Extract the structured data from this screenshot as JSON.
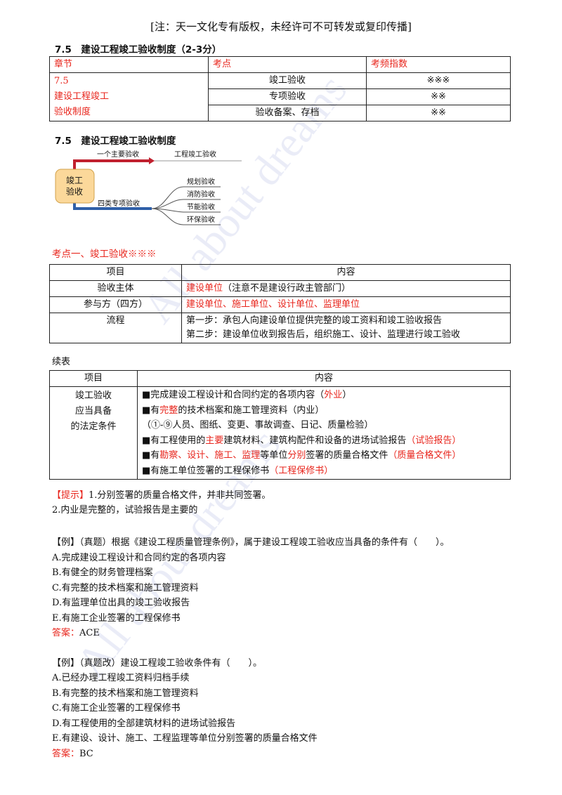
{
  "header_note": "[注：天一文化专有版权，未经许可不可转发或复印传播]",
  "section_heading": "7.5　建设工程竣工验收制度（2-3分）",
  "overview_table": {
    "headers": [
      "章节",
      "考点",
      "考频指数"
    ],
    "chapter": [
      "7.5",
      "建设工程竣工",
      "验收制度"
    ],
    "rows": [
      {
        "point": "竣工验收",
        "freq": "※※※"
      },
      {
        "point": "专项验收",
        "freq": "※※"
      },
      {
        "point": "验收备案、存档",
        "freq": "※※"
      }
    ]
  },
  "diagram_heading": "7.5　建设工程竣工验收制度",
  "diagram": {
    "center_line1": "竣工",
    "center_line2": "验收",
    "top_label": "一个主要验收",
    "top_target": "工程竣工验收",
    "bottom_label": "四类专项验收",
    "branches": [
      "规划验收",
      "消防验收",
      "节能验收",
      "环保验收"
    ],
    "colors": {
      "box": "#fbd89a",
      "top_line": "#c0202e",
      "bottom_line": "#2f5fa8"
    }
  },
  "point1_heading": "考点一、竣工验收※※※",
  "table2": {
    "headers": [
      "项目",
      "内容"
    ],
    "row1": {
      "item": "验收主体",
      "red": "建设单位",
      "rest": "（注意不是建设行政主管部门）"
    },
    "row2": {
      "item": "参与方（四方）",
      "red": "建设单位、施工单位、设计单位、监理单位"
    },
    "row3": {
      "item": "流程",
      "step1": "第一步：承包人向建设单位提供完整的竣工资料和竣工验收报告",
      "step2": "第二步：建设单位收到报告后，组织施工、设计、监理进行竣工验收"
    }
  },
  "continued_label": "续表",
  "table3": {
    "headers": [
      "项目",
      "内容"
    ],
    "item_lines": [
      "竣工验收",
      "应当具备",
      "的法定条件"
    ],
    "l1a": "■完成建设工程设计和合同约定的各项内容（",
    "l1r": "外业",
    "l1b": "）",
    "l2a": "■有",
    "l2r": "完整",
    "l2b": "的技术档案和施工管理资料（内业）",
    "l3": "（①-⑨人员、图纸、变更、事故调查、日记、质量检验）",
    "l4a": "■有工程使用的",
    "l4r": "主要",
    "l4b": "建筑材料、建筑构配件和设备的进场试验报告",
    "l4r2": "（试验报告）",
    "l5a": "■有",
    "l5r": "勘察、设计、施工、监理",
    "l5b": "等单位",
    "l5r2": "分别",
    "l5c": "签署的质量合格文件",
    "l5r3": "（质量合格文件）",
    "l6a": "■有施工单位签署的工程保修书",
    "l6r": "（工程保修书）"
  },
  "tip": {
    "label": "【提示】",
    "line1": "1.分别签署的质量合格文件，并非共同签署。",
    "line2": "2.内业是完整的，试验报告是主要的"
  },
  "example1": {
    "stem": "【例】（真题）根据《建设工程质量管理条例》，属于建设工程竣工验收应当具备的条件有（　　）。",
    "options": [
      "A.完成建设工程设计和合同约定的各项内容",
      "B.有健全的财务管理档案",
      "C.有完整的技术档案和施工管理资料",
      "D.有监理单位出具的竣工验收报告",
      "E.有施工企业签署的工程保修书"
    ],
    "answer_label": "答案：",
    "answer": "ACE"
  },
  "example2": {
    "stem": "【例】（真题改）建设工程竣工验收条件有（　　）。",
    "options": [
      "A.已经办理工程竣工资料归档手续",
      "B.有完整的技术档案和施工管理资料",
      "C.有施工企业签署的工程保修书",
      "D.有工程使用的全部建筑材料的进场试验报告",
      "E.有建设、设计、施工、工程监理等单位分别签署的质量合格文件"
    ],
    "answer_label": "答案：",
    "answer": "BC"
  },
  "watermark": "All about dreams"
}
